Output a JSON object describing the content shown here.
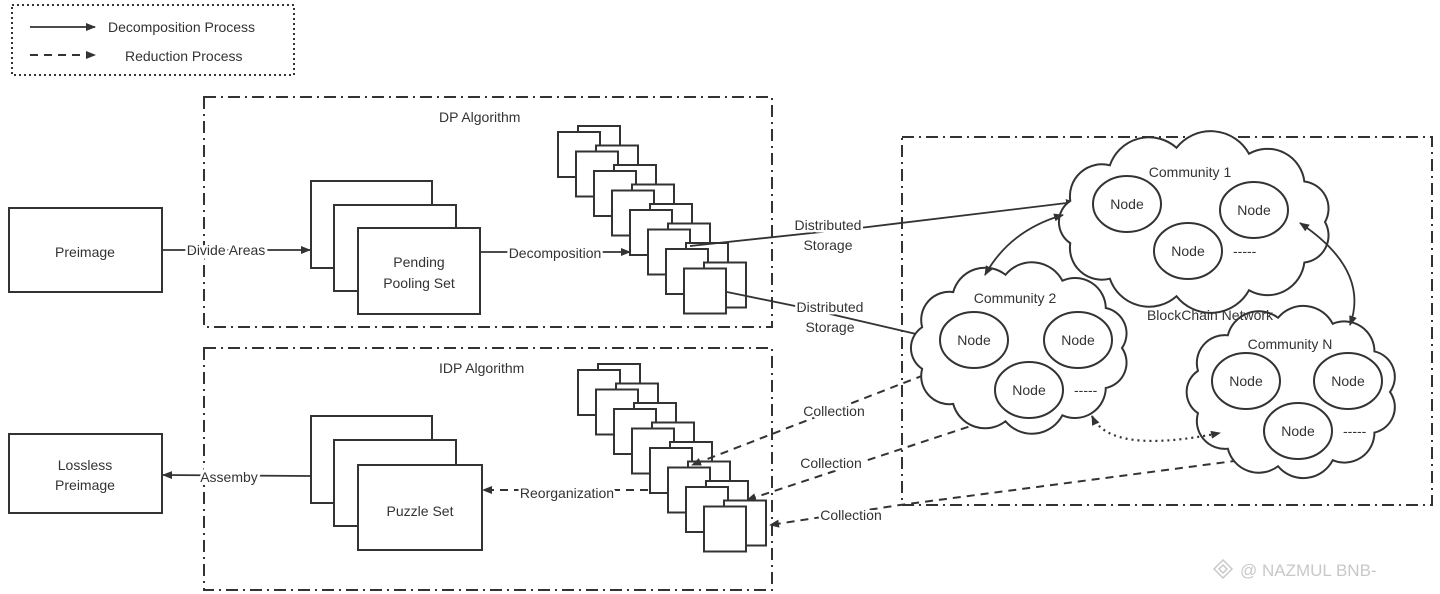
{
  "legend": {
    "solid": "Decomposition Process",
    "dashed": "Reduction Process"
  },
  "dp": {
    "title": "DP Algorithm",
    "preimage": "Preimage",
    "divide": "Divide Areas",
    "pending_1": "Pending",
    "pending_2": "Pooling Set",
    "decomposition": "Decomposition"
  },
  "idp": {
    "title": "IDP Algorithm",
    "lossless_1": "Lossless",
    "lossless_2": "Preimage",
    "assembly": "Assemby",
    "puzzle": "Puzzle Set",
    "reorganization": "Reorganization"
  },
  "storage": {
    "line1": "Distributed",
    "line2": "Storage"
  },
  "collection": "Collection",
  "network": {
    "title": "BlockChain Network",
    "communities": [
      "Community 1",
      "Community 2",
      "Community N"
    ],
    "node": "Node",
    "more": "-----"
  },
  "watermark": "@ NAZMUL BNB-"
}
